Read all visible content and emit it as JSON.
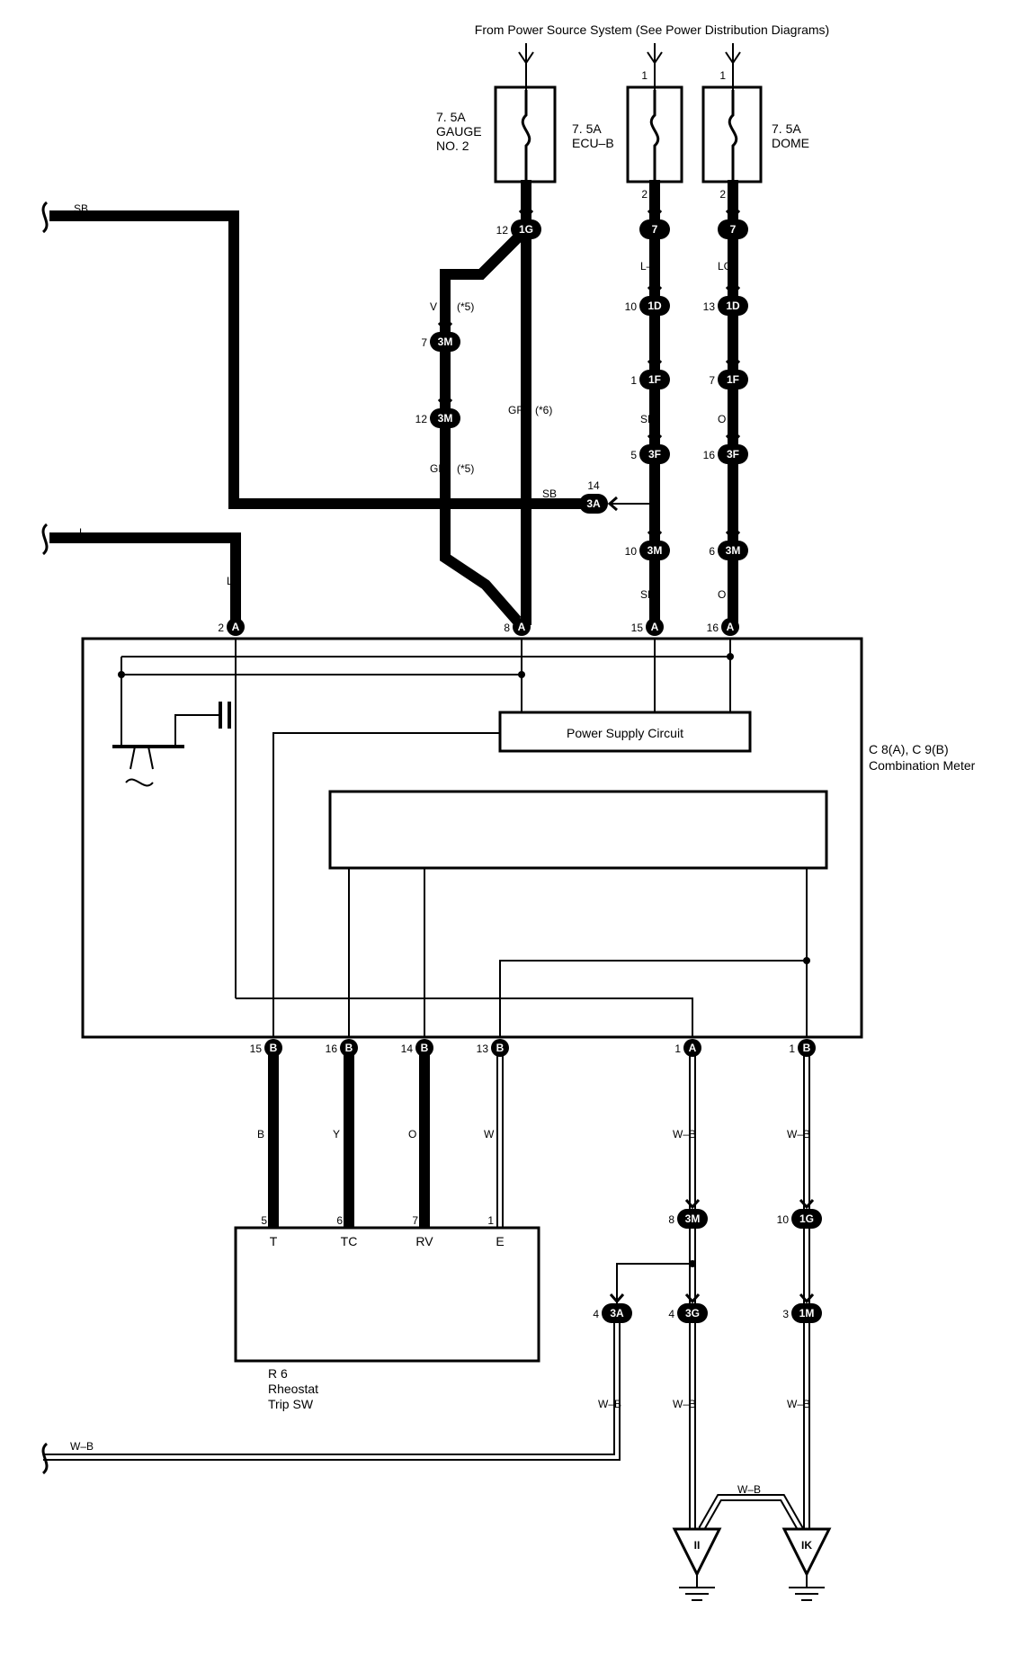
{
  "header": {
    "source": "From Power Source System (See Power Distribution Diagrams)"
  },
  "fuses": [
    {
      "id": "gauge",
      "label_line1": "7. 5A",
      "label_line2": "GAUGE",
      "label_line3": "NO. 2",
      "top_pin": "",
      "bottom_pin": ""
    },
    {
      "id": "ecub",
      "label_line1": "7. 5A",
      "label_line2": "ECU–B",
      "label_line3": "",
      "top_pin": "1",
      "bottom_pin": "2"
    },
    {
      "id": "dome",
      "label_line1": "7. 5A",
      "label_line2": "DOME",
      "label_line3": "",
      "top_pin": "1",
      "bottom_pin": "2"
    }
  ],
  "connectors": {
    "gauge_1g": {
      "pin": "12",
      "code": "1G"
    },
    "v_3m_a": {
      "pin": "7",
      "code": "3M"
    },
    "gr_3m_b": {
      "pin": "12",
      "code": "3M"
    },
    "ecub_7": {
      "pin": "",
      "code": "7"
    },
    "ecub_1d": {
      "pin": "10",
      "code": "1D"
    },
    "ecub_1f": {
      "pin": "1",
      "code": "1F"
    },
    "ecub_3f": {
      "pin": "5",
      "code": "3F"
    },
    "ecub_3m": {
      "pin": "10",
      "code": "3M"
    },
    "dome_7": {
      "pin": "",
      "code": "7"
    },
    "dome_1d": {
      "pin": "13",
      "code": "1D"
    },
    "dome_1f": {
      "pin": "7",
      "code": "1F"
    },
    "dome_3f": {
      "pin": "16",
      "code": "3F"
    },
    "dome_3m": {
      "pin": "6",
      "code": "3M"
    },
    "sb_3a": {
      "pin": "14",
      "code": "3A"
    },
    "meter_top_2": {
      "pin": "2",
      "code": "A"
    },
    "meter_top_8": {
      "pin": "8",
      "code": "A"
    },
    "meter_top_15": {
      "pin": "15",
      "code": "A"
    },
    "meter_top_16": {
      "pin": "16",
      "code": "A"
    },
    "meter_bot_15": {
      "pin": "15",
      "code": "B"
    },
    "meter_bot_16": {
      "pin": "16",
      "code": "B"
    },
    "meter_bot_14": {
      "pin": "14",
      "code": "B"
    },
    "meter_bot_13": {
      "pin": "13",
      "code": "B"
    },
    "meter_bot_1a": {
      "pin": "1",
      "code": "A"
    },
    "meter_bot_1b": {
      "pin": "1",
      "code": "B"
    },
    "gnd_3m": {
      "pin": "8",
      "code": "3M"
    },
    "gnd_1g": {
      "pin": "10",
      "code": "1G"
    },
    "gnd_3a": {
      "pin": "4",
      "code": "3A"
    },
    "gnd_3g": {
      "pin": "4",
      "code": "3G"
    },
    "gnd_1m": {
      "pin": "3",
      "code": "1M"
    }
  },
  "wire_colors": {
    "sb_top": "SB",
    "l_left": "L",
    "l_vert": "L",
    "v": "V",
    "v_note": "(*5)",
    "gr_left": "GR",
    "gr_left_note": "(*5)",
    "gr_right": "GR",
    "gr_right_note": "(*6)",
    "lb": "L–B",
    "sb_ecub": "SB",
    "sb_ecub2": "SB",
    "lg": "LG",
    "o_dome": "O",
    "o_dome2": "O",
    "sb_join": "SB",
    "b": "B",
    "y": "Y",
    "o": "O",
    "w": "W",
    "wb1": "W–B",
    "wb2": "W–B",
    "wb_3a": "W–B",
    "wb_3g": "W–B",
    "wb_1m": "W–B",
    "wb_bottom": "W–B",
    "wb_cross": "W–B"
  },
  "meter": {
    "name": "C 8(A), C 9(B)",
    "title": "Combination Meter",
    "power_supply": "Power Supply Circuit"
  },
  "rheostat": {
    "name": "R 6",
    "title_line1": "Rheostat",
    "title_line2": "Trip SW",
    "pins": [
      {
        "num": "5",
        "name": "T"
      },
      {
        "num": "6",
        "name": "TC"
      },
      {
        "num": "7",
        "name": "RV"
      },
      {
        "num": "1",
        "name": "E"
      }
    ]
  },
  "grounds": [
    {
      "code": "II"
    },
    {
      "code": "IK"
    }
  ]
}
